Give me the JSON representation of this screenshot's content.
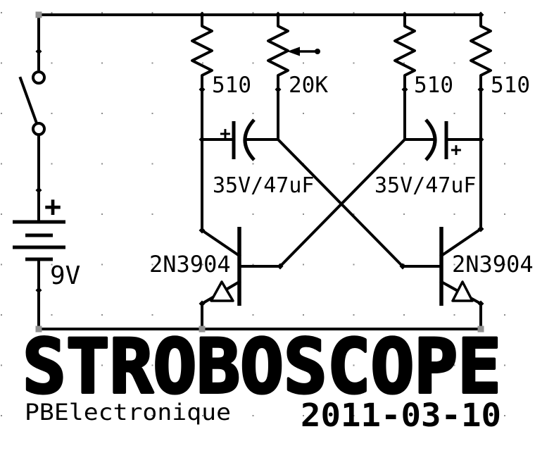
{
  "colors": {
    "background": "#ffffff",
    "ink": "#000000",
    "grid_dot": "#8c8c8c",
    "grip_handle": "#909090"
  },
  "title_block": {
    "title": "STROBOSCOPE",
    "author": "PBElectronique",
    "date": "2011-03-10"
  },
  "components": {
    "battery": {
      "label": "9V",
      "polarity_mark": "+"
    },
    "resistors": [
      {
        "label": "510"
      },
      {
        "label": "20K"
      },
      {
        "label": "510"
      },
      {
        "label": "510"
      }
    ],
    "capacitors": [
      {
        "label": "35V/47uF",
        "polarity_mark": "+"
      },
      {
        "label": "35V/47uF",
        "polarity_mark": "+"
      }
    ],
    "transistors": [
      {
        "label": "2N3904"
      },
      {
        "label": "2N3904"
      }
    ]
  }
}
